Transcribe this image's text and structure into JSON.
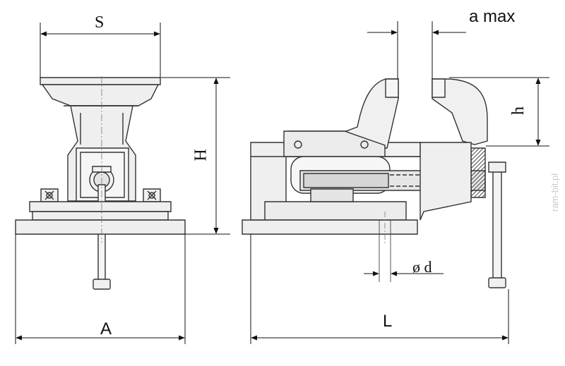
{
  "labels": {
    "s": "S",
    "h_upper": "H",
    "a": "A",
    "a_max": "a max",
    "h_lower": "h",
    "d": "ø d",
    "l": "L"
  },
  "watermark": "ram-bit.pl",
  "colors": {
    "line": "#333333",
    "dim": "#111111",
    "fill": "#e9e9e9",
    "hatch": "#555555"
  }
}
